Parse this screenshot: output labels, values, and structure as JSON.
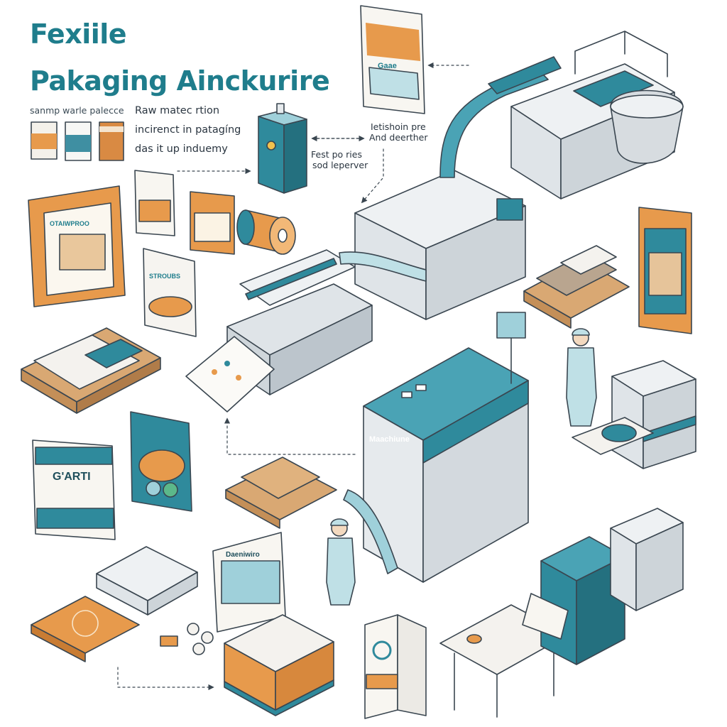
{
  "header": {
    "title_line1": "Fexiile",
    "title_line2": "Pakaging Ainckurire",
    "subtitle": "sanmp warle palecce"
  },
  "description": {
    "line1": "Raw matec rtion",
    "line2": "incirenct in patagíng",
    "line3": "das it up induemy"
  },
  "notes": {
    "machine_line1": "Ietishoin pre",
    "machine_line2": "And deerther",
    "feed_line1": "Fest po ries",
    "feed_line2": "sod leperver"
  },
  "labels": {
    "pouch_top": "Gaae",
    "pouch_left_1": "OTAIWPROO",
    "pouch_left_2": "STROUBS",
    "pouch_big": "G'ARTI",
    "machine_main": "Maachiune",
    "box_front": "Daeniwiro"
  },
  "colors": {
    "teal": "#2f8a9c",
    "teal_light": "#9fd0da",
    "orange": "#e79a4c",
    "cardboard": "#d9a873",
    "machine_body": "#e6eaed",
    "outline": "#3a4650"
  }
}
